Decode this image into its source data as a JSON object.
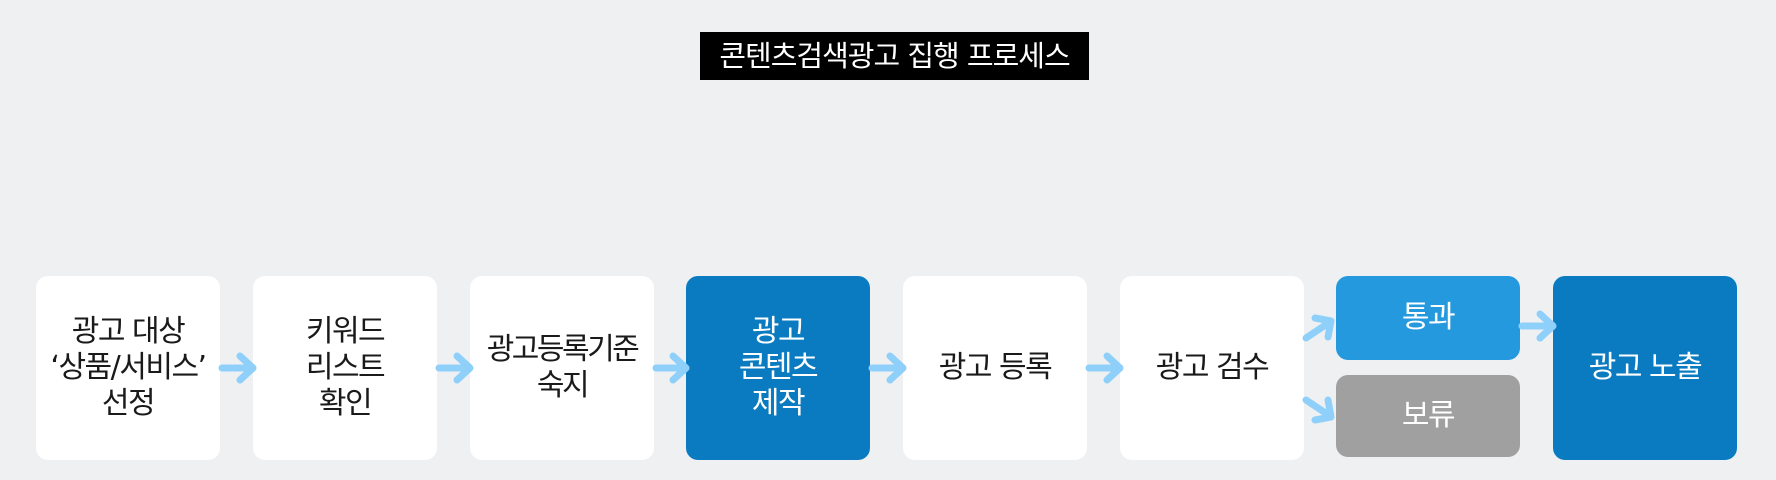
{
  "title": "콘텐츠검색광고 집행 프로세스",
  "steps": [
    {
      "label": "광고 대상\n‘상품/서비스’\n선정"
    },
    {
      "label": "키워드\n리스트\n확인"
    },
    {
      "label": "광고등록기준\n숙지"
    },
    {
      "label": "광고\n콘텐츠\n제작"
    },
    {
      "label": "광고 등록"
    },
    {
      "label": "광고 검수"
    },
    {
      "label": "통과"
    },
    {
      "label": "보류"
    },
    {
      "label": "광고 노출"
    }
  ],
  "colors": {
    "background": "#eff0f2",
    "box_white": "#ffffff",
    "box_dark_blue": "#0a7bc1",
    "box_light_blue": "#2499dd",
    "box_gray": "#a0a0a0",
    "arrow": "#8fd0fb"
  }
}
